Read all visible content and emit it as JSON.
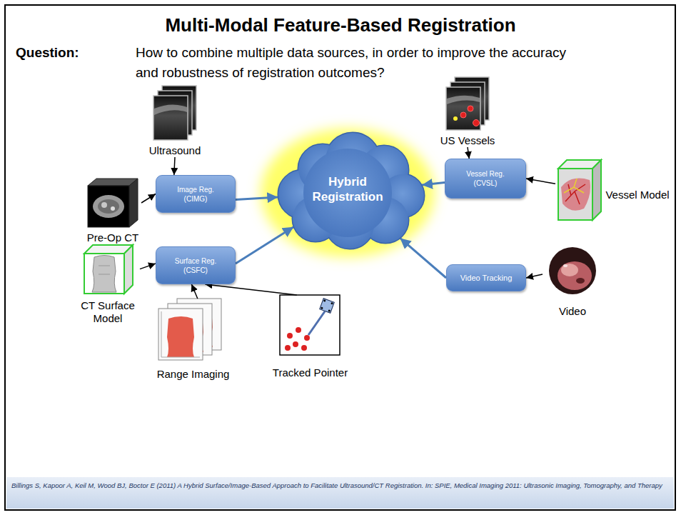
{
  "diagram": {
    "title": "Multi-Modal Feature-Based Registration",
    "caption": "Billings S, Kapoor A, Keil M, Wood BJ, Boctor E (2011) A Hybrid Surface/Image-Based Approach to Facilitate Ultrasound/CT Registration. In: SPIE, Medical Imaging 2011: Ultrasonic Imaging, Tomography, and Therapy",
    "nodes": [
      {
        "text": [
          "Ultrasound"
        ]
      },
      {
        "text": [
          "US Vessels"
        ]
      },
      {
        "text": [
          "Pre-Op CT"
        ]
      },
      {
        "text": [
          "Image Reg. (CIMG)"
        ]
      },
      {
        "text": [
          "Hybrid Registration"
        ]
      },
      {
        "text": [
          "Vessel Reg. (CVSL)"
        ]
      },
      {
        "text": [
          "Vessel Model"
        ]
      },
      {
        "text": [
          "CT Surface Model"
        ]
      },
      {
        "text": [
          "Surface Reg. (CSFC)"
        ]
      },
      {
        "text": [
          "Video Tracking"
        ]
      },
      {
        "text": [
          "Video"
        ]
      },
      {
        "text": [
          "Range Imaging"
        ]
      },
      {
        "text": [
          "Tracked Pointer"
        ]
      }
    ],
    "edges": [
      {
        "from": 0,
        "to": 3,
        "arrow": "to"
      },
      {
        "from": 2,
        "to": 3,
        "arrow": "to"
      },
      {
        "from": 3,
        "to": 4,
        "arrow": "to"
      },
      {
        "from": 1,
        "to": 5,
        "arrow": "to"
      },
      {
        "from": 6,
        "to": 5,
        "arrow": "to"
      },
      {
        "from": 5,
        "to": 4,
        "arrow": "to"
      },
      {
        "from": 7,
        "to": 8,
        "arrow": "to"
      },
      {
        "from": 11,
        "to": 8,
        "arrow": "to"
      },
      {
        "from": 12,
        "to": 8,
        "arrow": "to"
      },
      {
        "from": 8,
        "to": 4,
        "arrow": "to"
      },
      {
        "from": 10,
        "to": 9,
        "arrow": "to"
      },
      {
        "from": 9,
        "to": 4,
        "arrow": "to"
      }
    ],
    "labels": [
      "Question:",
      "How to combine multiple data sources, in order to improve the accuracy and robustness of registration outcomes?"
    ]
  }
}
